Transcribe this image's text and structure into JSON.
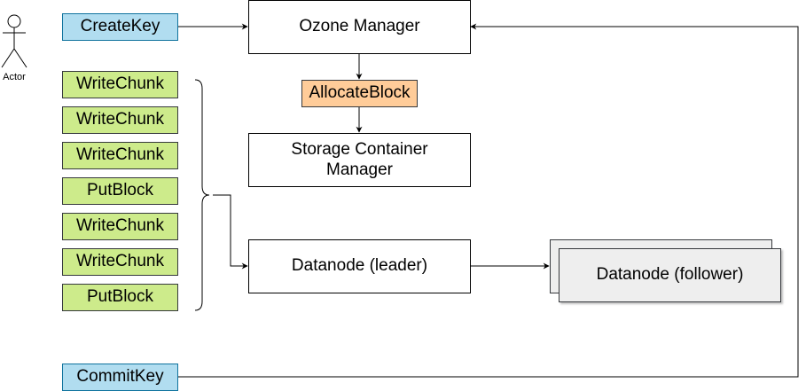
{
  "actor": {
    "label": "Actor"
  },
  "operations": {
    "create_key": "CreateKey",
    "commit_key": "CommitKey",
    "allocate_block": "AllocateBlock",
    "chunks": [
      "WriteChunk",
      "WriteChunk",
      "WriteChunk",
      "PutBlock",
      "WriteChunk",
      "WriteChunk",
      "PutBlock"
    ]
  },
  "components": {
    "ozone_manager": "Ozone Manager",
    "scm_line1": "Storage Container",
    "scm_line2": "Manager",
    "datanode_leader": "Datanode (leader)",
    "datanode_follower": "Datanode (follower)"
  },
  "colors": {
    "key_fill": "#b1ddf0",
    "key_stroke": "#10739e",
    "chunk_fill": "#cdeb8b",
    "chunk_stroke": "#36393d",
    "alloc_fill": "#ffcc99",
    "alloc_stroke": "#36393d",
    "follower_fill": "#eeeeee",
    "line": "#000000"
  }
}
